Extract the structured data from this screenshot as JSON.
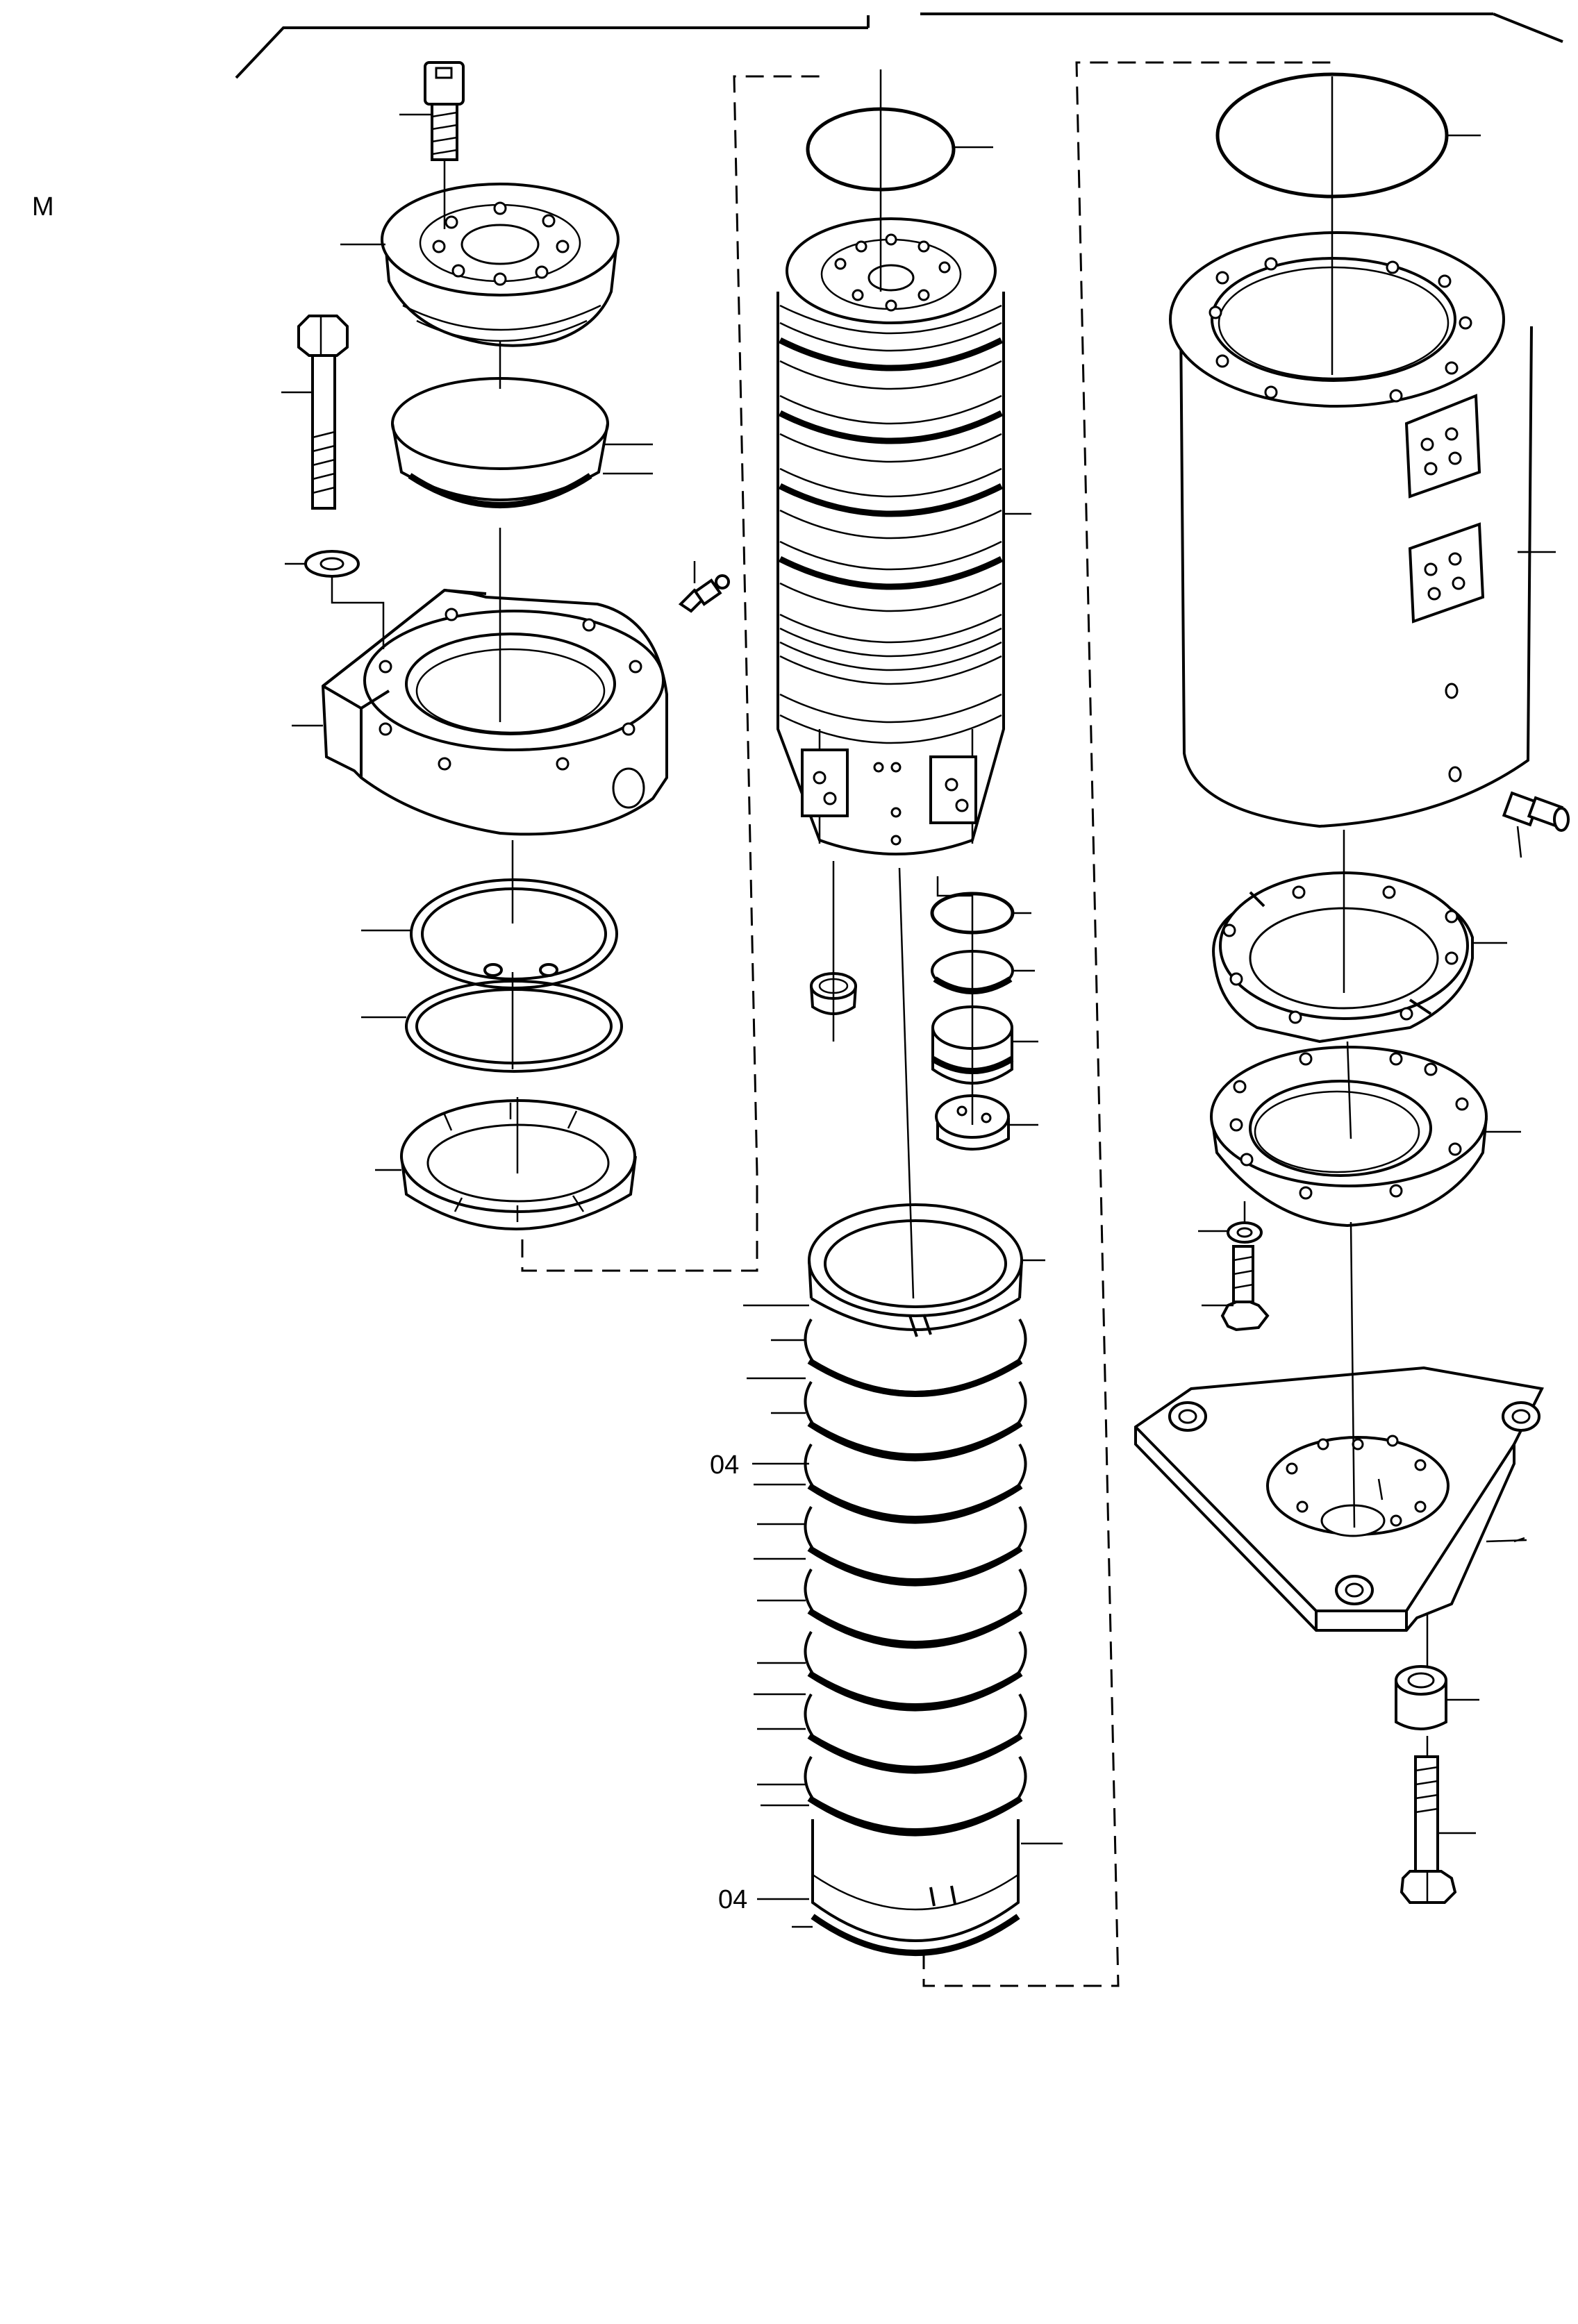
{
  "page_letter": "M",
  "callouts": {
    "front_ring_label": "04",
    "rear_ring_label": "04"
  }
}
